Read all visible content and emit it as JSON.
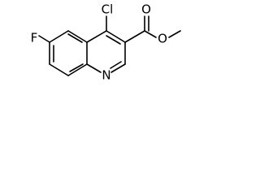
{
  "molecule": {
    "atom_labels": {
      "chlorine": "Cl",
      "fluorine": "F",
      "ring_nitrogen": "N",
      "carbonyl_oxygen": "O",
      "ester_oxygen": "O"
    },
    "colors": {
      "bond": "#000000",
      "label": "#000000",
      "background": "#ffffff"
    }
  }
}
